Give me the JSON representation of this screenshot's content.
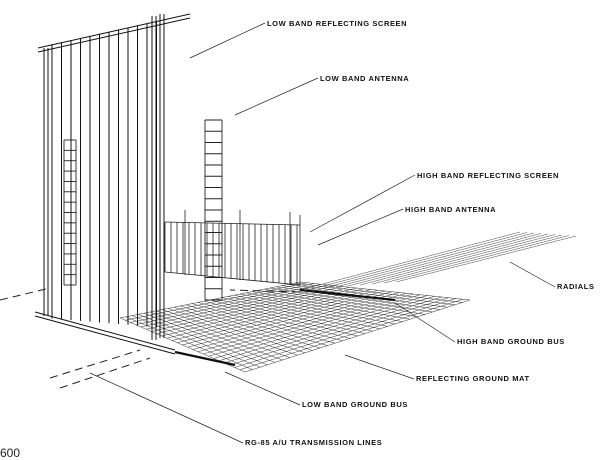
{
  "labels": {
    "low_band_reflecting_screen": "LOW BAND REFLECTING SCREEN",
    "low_band_antenna": "LOW BAND ANTENNA",
    "high_band_reflecting_screen": "HIGH BAND REFLECTING SCREEN",
    "high_band_antenna": "HIGH BAND ANTENNA",
    "radials": "RADIALS",
    "high_band_ground_bus": "HIGH BAND GROUND BUS",
    "reflecting_ground_mat": "REFLECTING GROUND MAT",
    "low_band_ground_bus": "LOW BAND GROUND BUS",
    "transmission_lines": "RG-85 A/U TRANSMISSION LINES"
  },
  "page_number": "600",
  "colors": {
    "ink": "#1a1a1a",
    "background": "#ffffff"
  }
}
